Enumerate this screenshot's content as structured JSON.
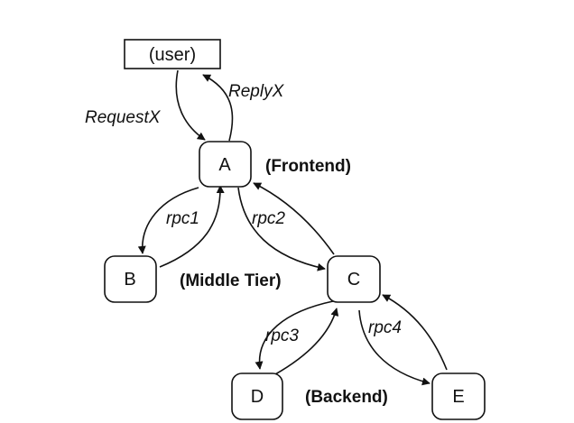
{
  "diagram": {
    "nodes": {
      "user": "(user)",
      "a": "A",
      "b": "B",
      "c": "C",
      "d": "D",
      "e": "E"
    },
    "edges": {
      "request": "RequestX",
      "reply": "ReplyX",
      "rpc1": "rpc1",
      "rpc2": "rpc2",
      "rpc3": "rpc3",
      "rpc4": "rpc4"
    },
    "tiers": {
      "frontend": "(Frontend)",
      "middle": "(Middle Tier)",
      "backend": "(Backend)"
    }
  }
}
